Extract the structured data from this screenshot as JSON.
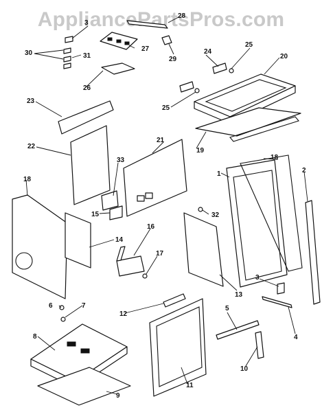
{
  "watermark": "AppliancePartsPros.com",
  "labels": [
    "28",
    "3",
    "27",
    "30",
    "31",
    "29",
    "24",
    "25",
    "20",
    "26",
    "25",
    "23",
    "19",
    "22",
    "21",
    "18",
    "33",
    "2",
    "1",
    "18",
    "15",
    "32",
    "14",
    "16",
    "17",
    "13",
    "3",
    "6",
    "7",
    "12",
    "4",
    "5",
    "8",
    "10",
    "11",
    "9"
  ]
}
